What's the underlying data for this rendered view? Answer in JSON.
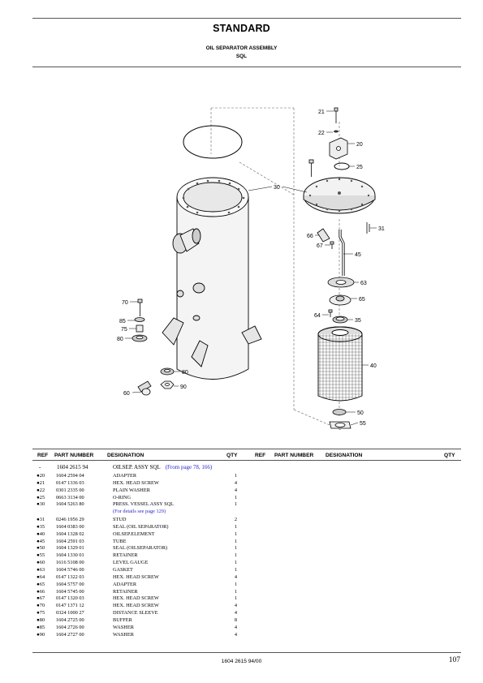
{
  "header": {
    "title": "STANDARD",
    "subtitle_line1": "OIL SEPARATOR ASSEMBLY",
    "subtitle_line2": "SQL"
  },
  "table_headers": {
    "ref": "REF",
    "part_number": "PART NUMBER",
    "designation": "DESIGNATION",
    "qty": "QTY"
  },
  "parts": [
    {
      "ref": "-",
      "part": "1604 2615 94",
      "designation": "OILSEP. ASSY SQL",
      "qty": "",
      "xref": "(From page 78, 166)"
    },
    {
      "ref": "●20",
      "part": "1604 2594 04",
      "designation": "ADAPTER",
      "qty": "1"
    },
    {
      "ref": "●21",
      "part": "0147 1336 03",
      "designation": "HEX. HEAD SCREW",
      "qty": "4"
    },
    {
      "ref": "●22",
      "part": "0301 2335 00",
      "designation": "PLAIN WASHER",
      "qty": "4"
    },
    {
      "ref": "●25",
      "part": "0663 3134 00",
      "designation": "O-RING",
      "qty": "1"
    },
    {
      "ref": "●30",
      "part": "1604 5263 80",
      "designation": "PRESS. VESSEL ASSY SQL",
      "qty": "1"
    },
    {
      "note": "(For details see page 129)"
    },
    {
      "ref": "●31",
      "part": "0246 1956 29",
      "designation": "STUD",
      "qty": "2"
    },
    {
      "ref": "●35",
      "part": "1604 0383 00",
      "designation": "SEAL (OIL SEPARATOR)",
      "qty": "1"
    },
    {
      "ref": "●40",
      "part": "1604 1328 02",
      "designation": "OILSEP.ELEMENT",
      "qty": "1"
    },
    {
      "ref": "●45",
      "part": "1604 2591 03",
      "designation": "TUBE",
      "qty": "1"
    },
    {
      "ref": "●50",
      "part": "1604 1329 01",
      "designation": "SEAL (OILSEPARATOR)",
      "qty": "1"
    },
    {
      "ref": "●55",
      "part": "1604 1330 01",
      "designation": "RETAINER",
      "qty": "1"
    },
    {
      "ref": "●60",
      "part": "1616 5108 00",
      "designation": "LEVEL GAUGE",
      "qty": "1"
    },
    {
      "ref": "●63",
      "part": "1604 5746 00",
      "designation": "GASKET",
      "qty": "1"
    },
    {
      "ref": "●64",
      "part": "0147 1322 03",
      "designation": "HEX. HEAD SCREW",
      "qty": "4"
    },
    {
      "ref": "●65",
      "part": "1604 5757 00",
      "designation": "ADAPTER",
      "qty": "1"
    },
    {
      "ref": "●66",
      "part": "1604 5745 00",
      "designation": "RETAINER",
      "qty": "1"
    },
    {
      "ref": "●67",
      "part": "0147 1320 03",
      "designation": "HEX. HEAD SCREW",
      "qty": "1"
    },
    {
      "ref": "●70",
      "part": "0147 1371 12",
      "designation": "HEX. HEAD SCREW",
      "qty": "4"
    },
    {
      "ref": "●75",
      "part": "0324 1000 27",
      "designation": "DISTANCE SLEEVE",
      "qty": "4"
    },
    {
      "ref": "●80",
      "part": "1604 2725 00",
      "designation": "BUFFER",
      "qty": "8"
    },
    {
      "ref": "●85",
      "part": "1604 2726 00",
      "designation": "WASHER",
      "qty": "4"
    },
    {
      "ref": "●90",
      "part": "1604 2727 00",
      "designation": "WASHER",
      "qty": "4"
    }
  ],
  "callouts": {
    "c20": "20",
    "c21": "21",
    "c22": "22",
    "c25": "25",
    "c30": "30",
    "c31": "31",
    "c35": "35",
    "c40": "40",
    "c45": "45",
    "c50": "50",
    "c55": "55",
    "c60": "60",
    "c63": "63",
    "c64": "64",
    "c65": "65",
    "c66": "66",
    "c67": "67",
    "c70": "70",
    "c75": "75",
    "c80a": "80",
    "c80b": "80",
    "c85": "85",
    "c90": "90"
  },
  "footer": {
    "doc_code": "1604 2615 94/00",
    "page_number": "107"
  }
}
